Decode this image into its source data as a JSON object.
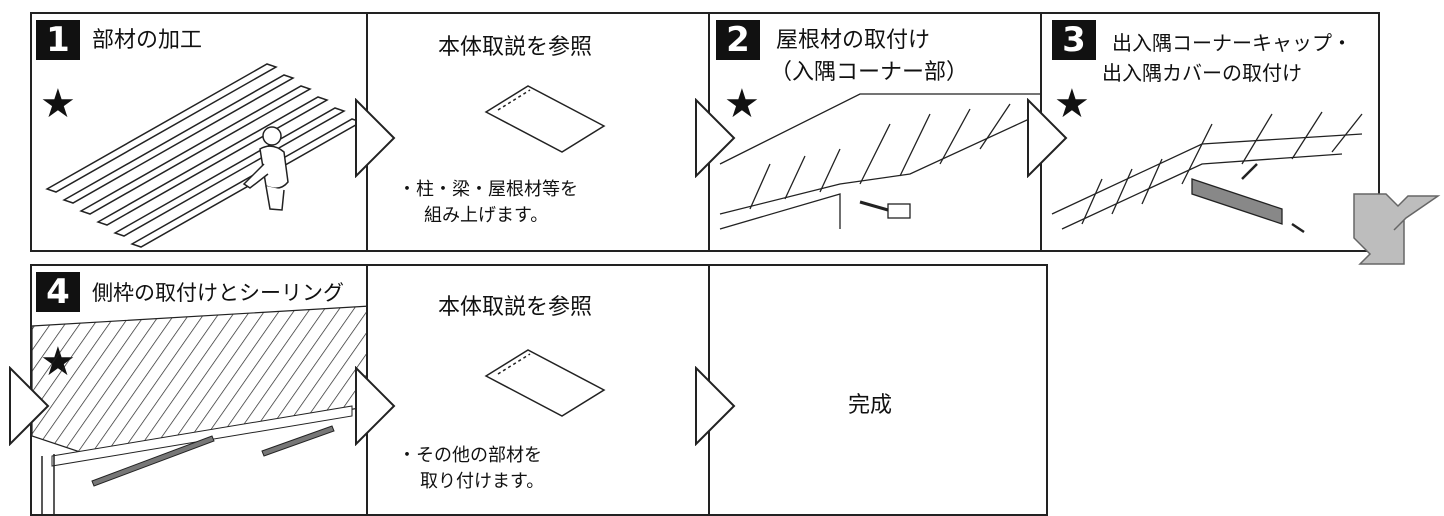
{
  "steps": [
    {
      "number": "1",
      "title": "部材の加工",
      "star": "★"
    },
    {
      "reference": "本体取説を参照",
      "note_line1": "・柱・梁・屋根材等を",
      "note_line2": "組み上げます。"
    },
    {
      "number": "2",
      "title_line1": "屋根材の取付け",
      "title_line2": "（入隅コーナー部）",
      "star": "★"
    },
    {
      "number": "3",
      "title_line1": "出入隅コーナーキャップ・",
      "title_line2": "出入隅カバーの取付け",
      "star": "★"
    },
    {
      "number": "4",
      "title": "側枠の取付けとシーリング",
      "star": "★"
    },
    {
      "reference": "本体取説を参照",
      "note_line1": "・その他の部材を",
      "note_line2": "取り付けます。"
    },
    {
      "final": "完成"
    }
  ],
  "colors": {
    "border": "#222222",
    "number_bg": "#111111",
    "next_row_arrow": "#bdbdbd"
  }
}
